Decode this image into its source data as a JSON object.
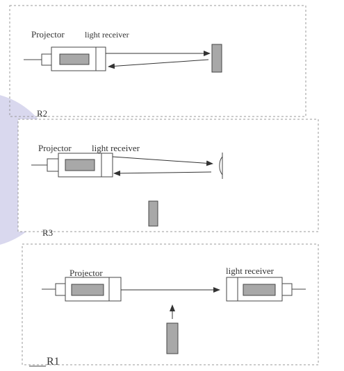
{
  "colors": {
    "watermark": "#d9d8ee",
    "stroke": "#444444",
    "box_fill": "#ffffff",
    "lens_fill": "#a8a8a8",
    "border": "#999999"
  },
  "panels": {
    "top": {
      "projector_label": "Projector",
      "receiver_label": "light receiver",
      "corner_label": "R2"
    },
    "middle": {
      "projector_label": "Projector",
      "receiver_label": "light receiver",
      "corner_label": "R3"
    },
    "bottom": {
      "projector_label": "Projector",
      "receiver_label": "light receiver",
      "corner_label": "R1"
    }
  }
}
